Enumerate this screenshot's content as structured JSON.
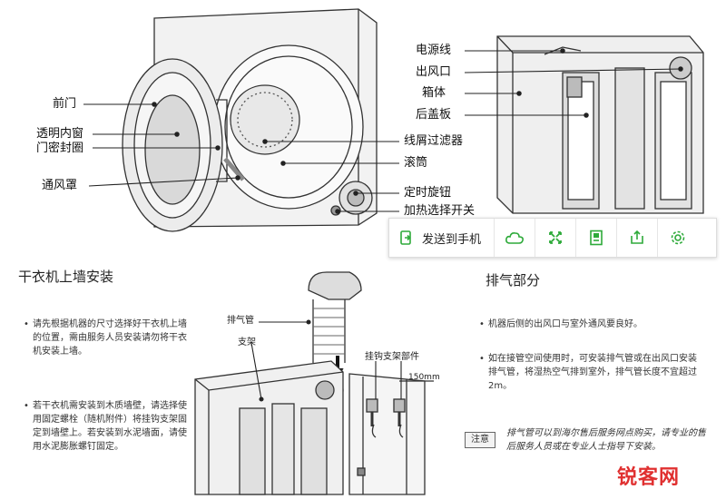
{
  "labels": {
    "front_door": "前门",
    "inner_window": "透明内窗",
    "door_seal": "门密封圈",
    "vent_cover": "通风罩",
    "lint_filter": "线屑过滤器",
    "drum": "滚筒",
    "timer_knob": "定时旋钮",
    "heat_knob": "加热选择开关",
    "power_cord": "电源线",
    "outlet": "出风口",
    "body": "箱体",
    "back_panel": "后盖板",
    "exhaust_pipe": "排气管",
    "bracket": "支架",
    "hook_pos": "挂钩支架部件",
    "dimension": "150mm"
  },
  "toolbar": {
    "send_label": "发送到手机",
    "icons": [
      "send-to-phone-icon",
      "cloud-icon",
      "expand-icon",
      "save-icon",
      "share-icon",
      "settings-icon"
    ],
    "accent": "#2eaa3a"
  },
  "sections": {
    "wall_title": "干衣机上墙安装",
    "exhaust_title": "排气部分",
    "wall_bullets": [
      "请先根据机器的尺寸选择好干衣机上墙的位置，需由服务人员安装请勿将干衣机安装上墙。",
      "若干衣机需安装到木质墙壁，请选择使用固定螺栓（随机附件）将挂钩支架固定到墙壁上。若安装到水泥墙面，请使用水泥膨胀螺钉固定。"
    ],
    "exhaust_bullets": [
      "机器后侧的出风口与室外通风要良好。",
      "如在接管空间使用时，可安装排气管或在出风口安装排气管，将湿热空气排到室外，排气管长度不宜超过2m。"
    ],
    "note_tag": "注意",
    "note_text": "排气管可以到海尔售后服务网点购买，请专业的售后服务人员或在专业人士指导下安装。"
  },
  "watermark": "锐客网"
}
